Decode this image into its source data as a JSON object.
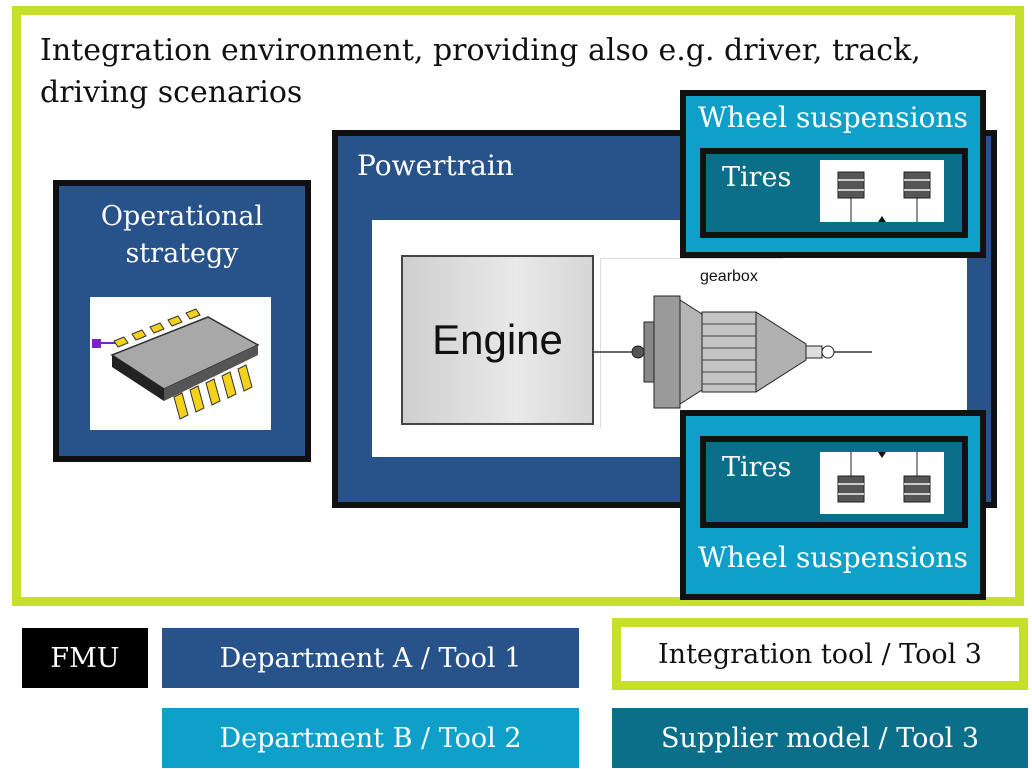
{
  "integration_environment": {
    "title": "Integration environment, providing also e.g. driver, track, driving scenarios"
  },
  "operational_strategy": {
    "title": "Operational strategy",
    "image_icon": "chip-icon"
  },
  "powertrain": {
    "title": "Powertrain",
    "engine_label": "Engine",
    "gearbox_label": "gearbox"
  },
  "wheel_suspensions_top": {
    "title": "Wheel suspensions",
    "tires_label": "Tires"
  },
  "wheel_suspensions_bottom": {
    "title": "Wheel suspensions",
    "tires_label": "Tires"
  },
  "legend": {
    "fmu": "FMU",
    "department_a": "Department A / Tool 1",
    "department_b": "Department B / Tool 2",
    "integration_tool": "Integration tool / Tool 3",
    "supplier_model": "Supplier model / Tool 3"
  },
  "colors": {
    "lime": "#c6df2a",
    "navy": "#27528a",
    "cyan": "#0fa0c9",
    "teal": "#0c6f8a",
    "black": "#000000"
  }
}
